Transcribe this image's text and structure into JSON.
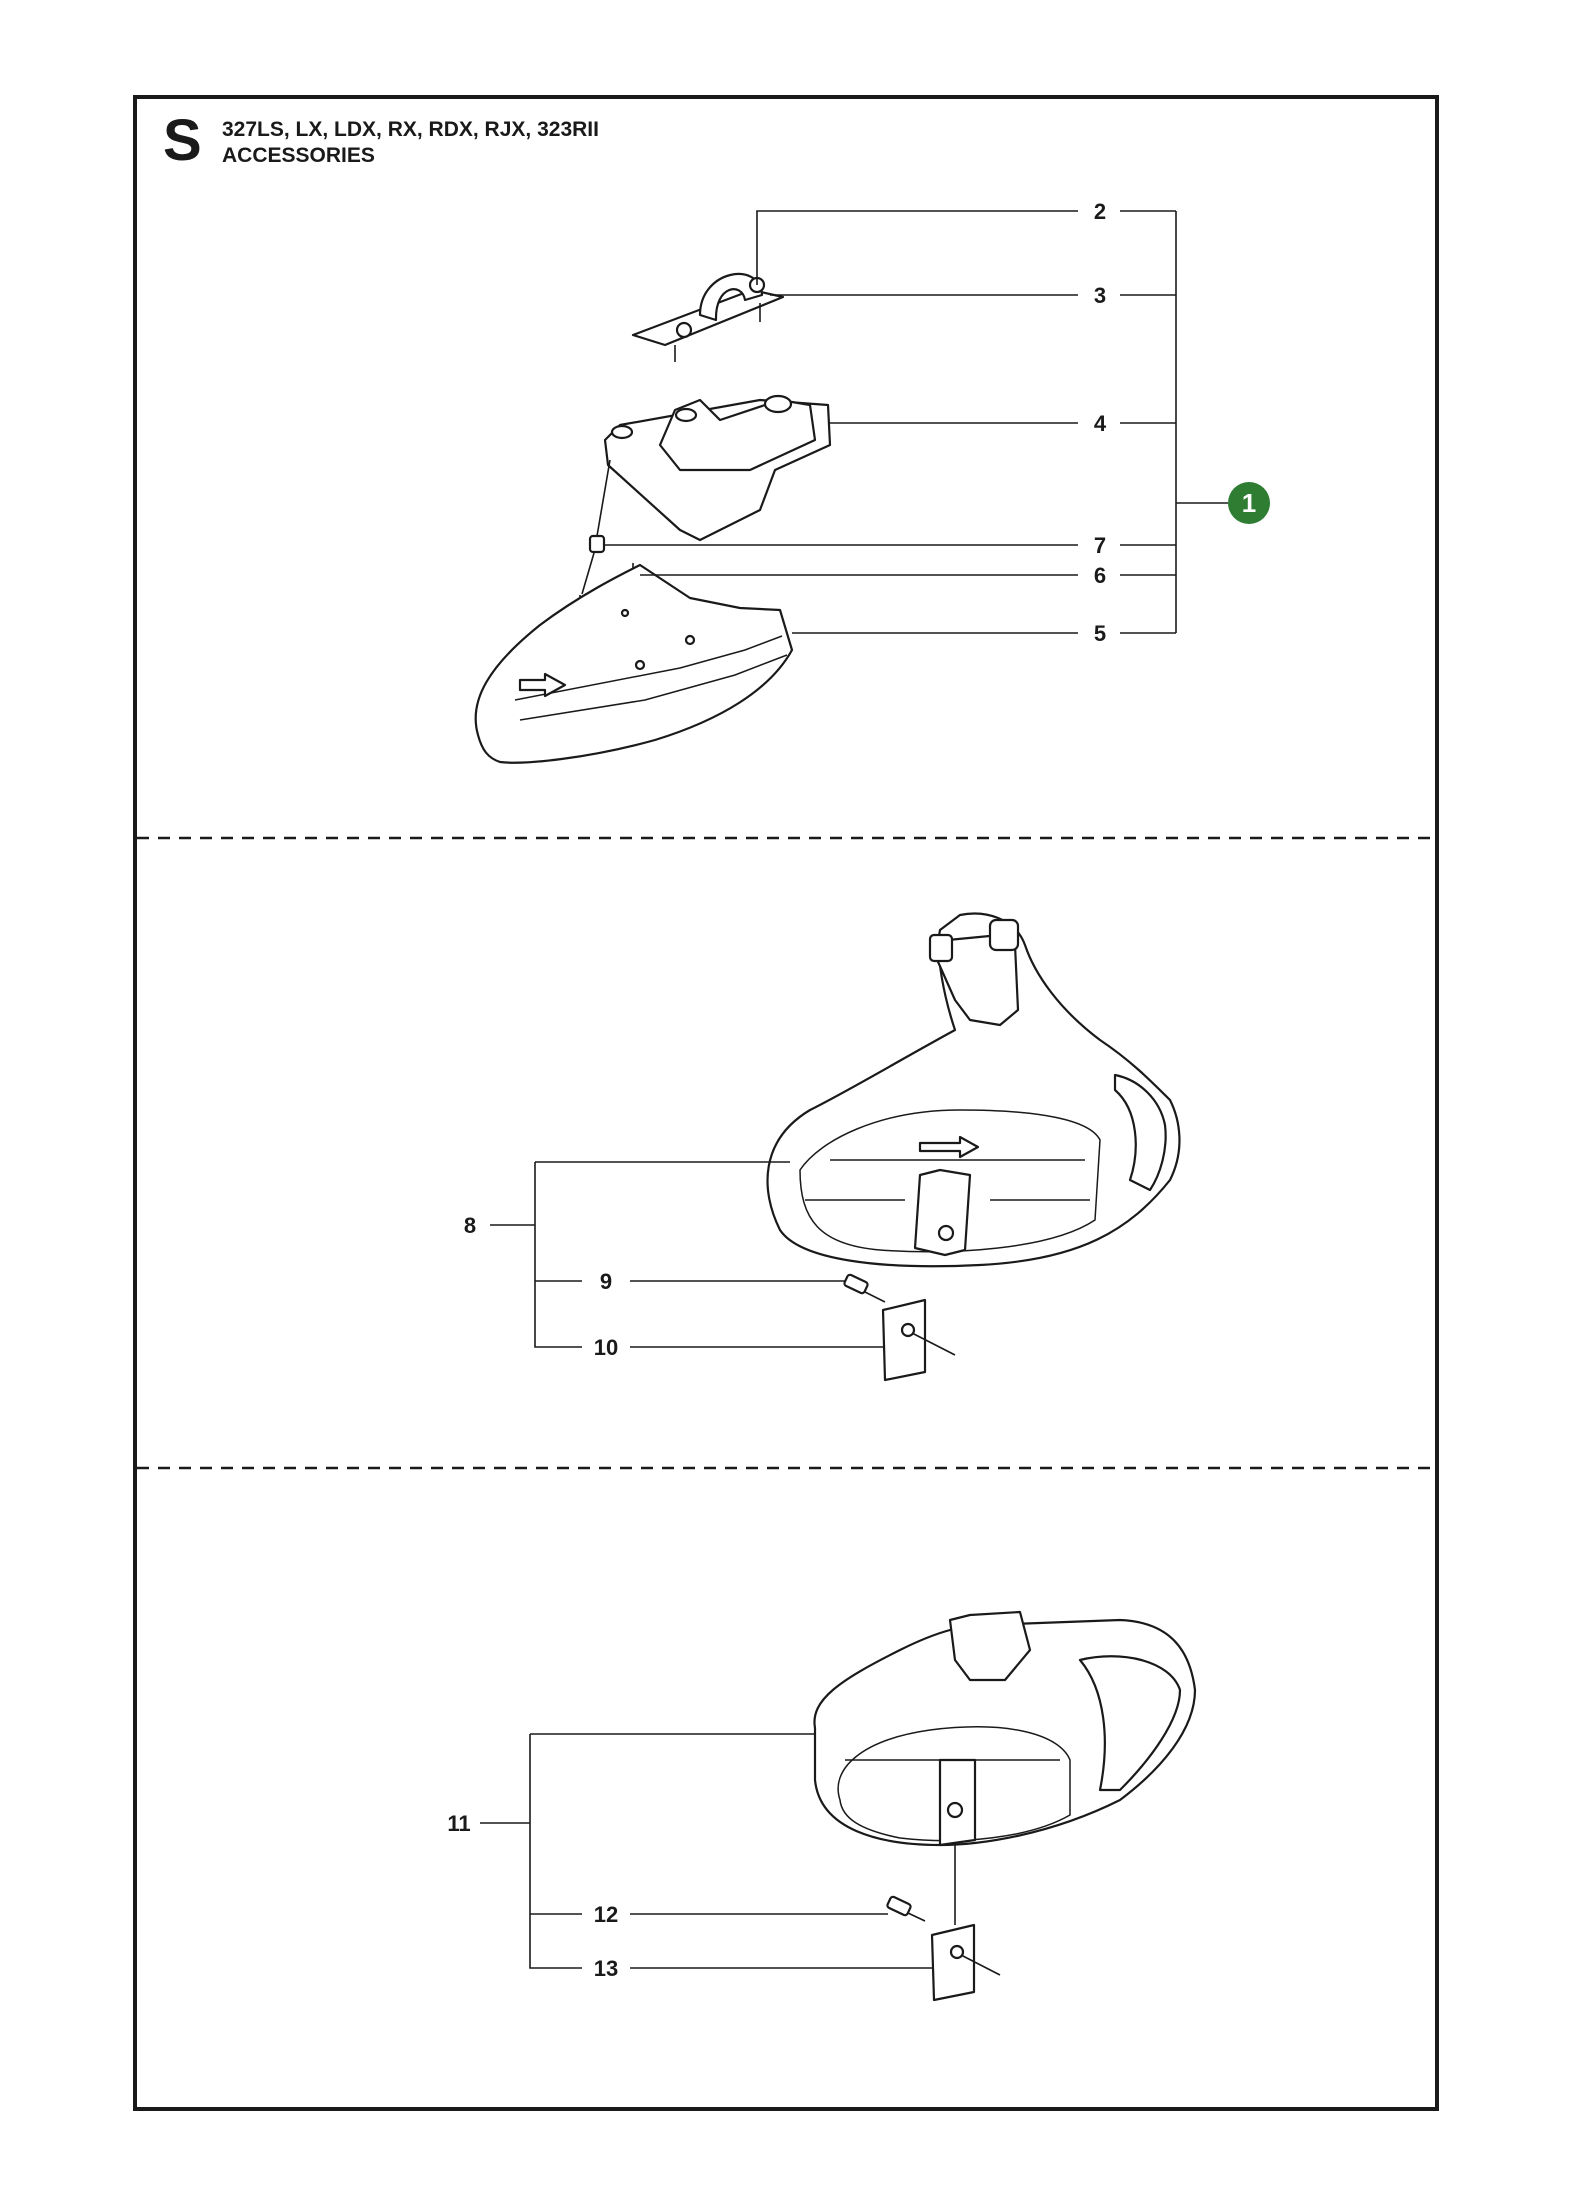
{
  "header": {
    "section_letter": "S",
    "models": "327LS, LX, LDX, RX, RDX, RJX, 323RII",
    "title": "ACCESSORIES"
  },
  "kit_badge": {
    "label": "1",
    "color": "#2e7d32"
  },
  "callouts": {
    "c2": "2",
    "c3": "3",
    "c4": "4",
    "c5": "5",
    "c6": "6",
    "c7": "7",
    "c8": "8",
    "c9": "9",
    "c10": "10",
    "c11": "11",
    "c12": "12",
    "c13": "13"
  }
}
